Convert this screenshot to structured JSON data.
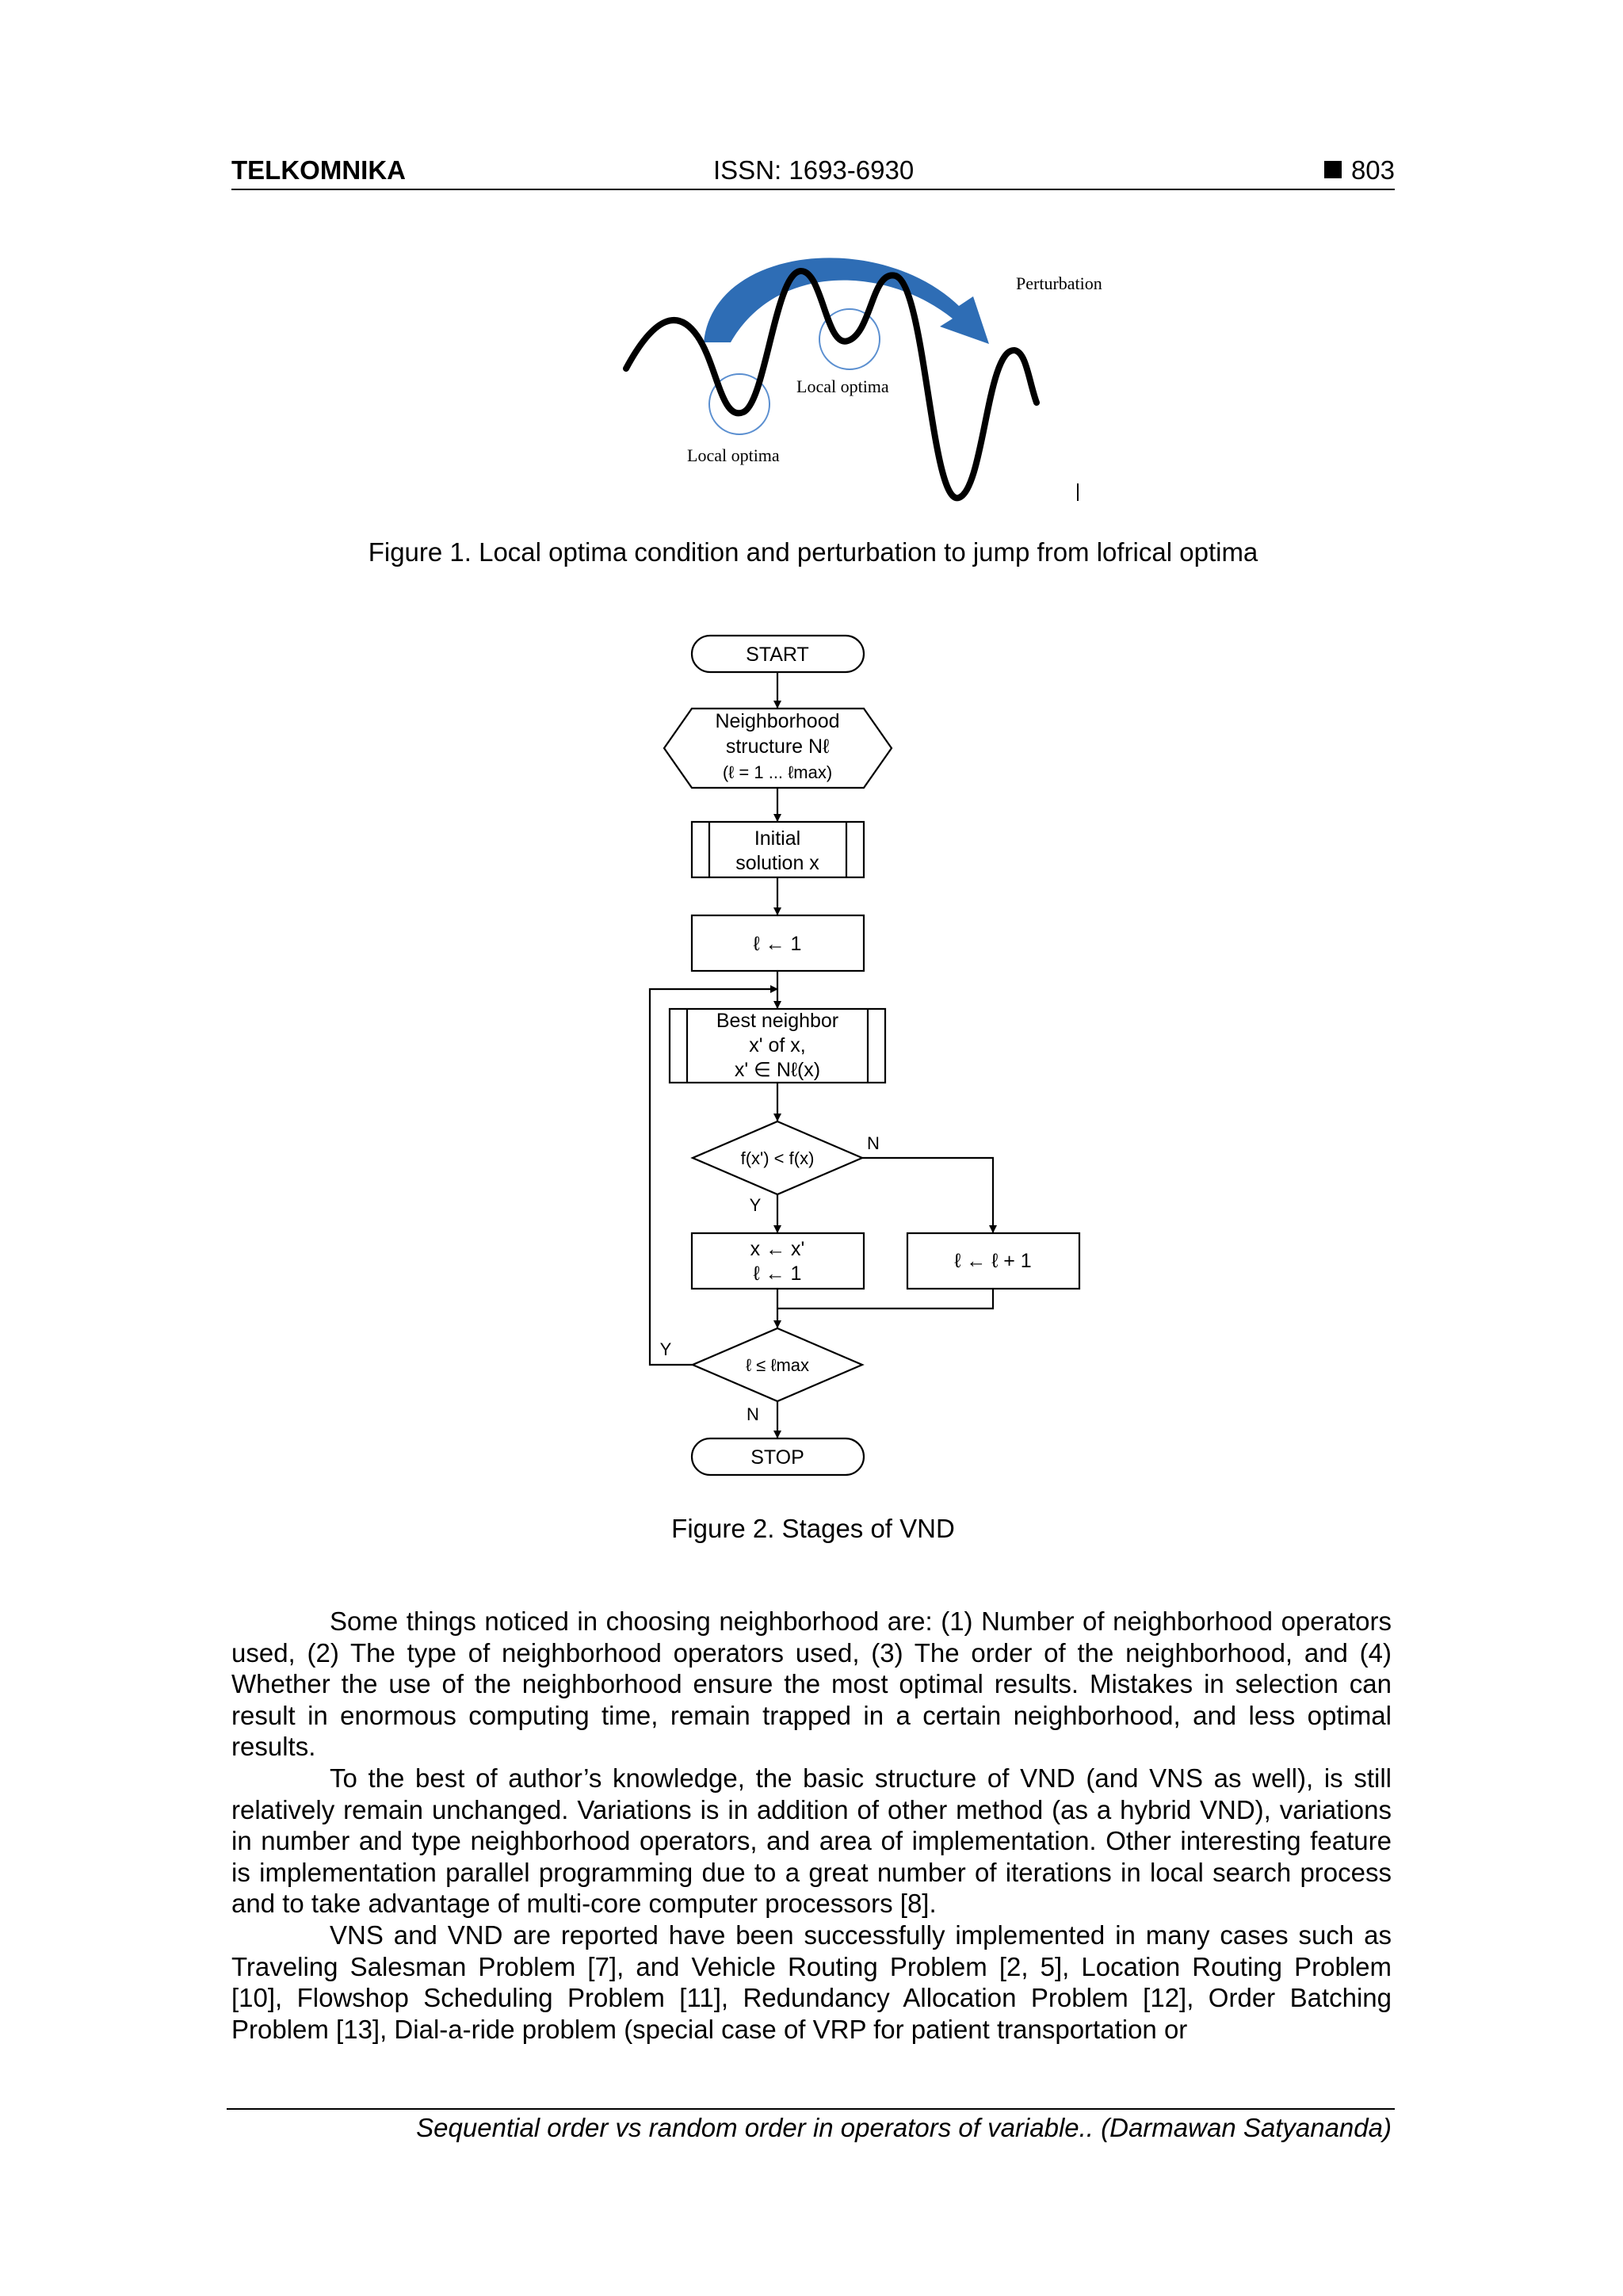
{
  "header": {
    "journal": "TELKOMNIKA",
    "issn": "ISSN: 1693-6930",
    "page_number": "803"
  },
  "figure1": {
    "perturbation_label": "Perturbation",
    "local_optima_upper": "Local optima",
    "local_optima_lower": "Local optima",
    "caption": "Figure 1. Local optima condition and perturbation to jump from lofrical optima",
    "colors": {
      "arrow": "#2e6db5",
      "circle": "#5b8fd0"
    }
  },
  "figure2": {
    "start": "START",
    "neigh_line1": "Neighborhood",
    "neigh_line2": "structure Nℓ",
    "neigh_line3": "(ℓ = 1 ... ℓmax)",
    "init_line1": "Initial",
    "init_line2": "solution x",
    "assign1": "ℓ ← 1",
    "best_line1": "Best neighbor",
    "best_line2": "x' of x,",
    "best_line3": "x' ∈ Nℓ(x)",
    "cond1": "f(x') < f(x)",
    "label_n1": "N",
    "label_y1": "Y",
    "update_line1": "x ← x'",
    "update_line2": "ℓ ← 1",
    "increment": "ℓ ← ℓ + 1",
    "cond2": "ℓ ≤ ℓmax",
    "label_y2": "Y",
    "label_n2": "N",
    "stop": "STOP",
    "caption": "Figure 2. Stages of VND"
  },
  "body": {
    "paragraphs": [
      "Some things noticed in choosing neighborhood are: (1) Number of neighborhood operators used, (2) The type of neighborhood operators used, (3) The order of the neighborhood, and (4) Whether the use of the neighborhood ensure the most optimal results. Mistakes in selection can result in enormous computing time, remain trapped in a certain neighborhood, and less optimal results.",
      "To the best of author’s knowledge, the basic structure of VND (and VNS as well), is still relatively remain unchanged. Variations is in addition of other method (as a hybrid VND), variations in number and type neighborhood operators, and area of implementation. Other interesting feature is implementation parallel programming due to a great number of iterations in local search process and to take advantage of multi-core computer processors [8].",
      "VNS and VND are reported have been successfully implemented in many cases such as Traveling Salesman Problem [7], and Vehicle Routing Problem [2, 5], Location Routing Problem [10], Flowshop Scheduling Problem [11], Redundancy Allocation Problem [12], Order Batching Problem [13], Dial-a-ride problem (special case of VRP for patient transportation or"
    ]
  },
  "footer": {
    "text": "Sequential order vs random order in operators of variable..  (Darmawan Satyananda)"
  }
}
